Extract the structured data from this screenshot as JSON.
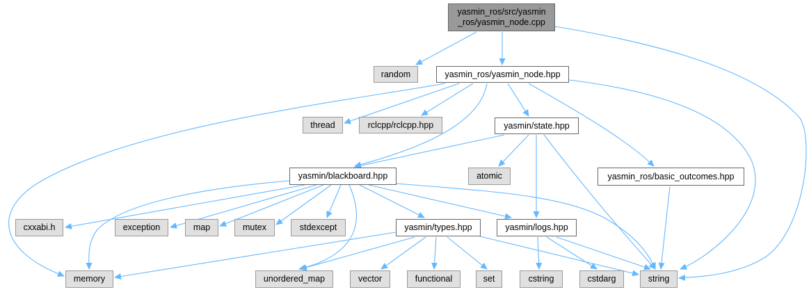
{
  "diagram": {
    "title": "yasmin_ros/src/yasmin_ros/yasmin_node.cpp include dependency graph",
    "edge_color": "#63b8ff",
    "nodes": {
      "root": {
        "label": "yasmin_ros/src/yasmin\n_ros/yasmin_node.cpp",
        "kind": "root",
        "fill": "#999999"
      },
      "random": {
        "label": "random",
        "kind": "system"
      },
      "yasmin_node_hpp": {
        "label": "yasmin_ros/yasmin_node.hpp",
        "kind": "project"
      },
      "thread": {
        "label": "thread",
        "kind": "system"
      },
      "rclcpp": {
        "label": "rclcpp/rclcpp.hpp",
        "kind": "system"
      },
      "state_hpp": {
        "label": "yasmin/state.hpp",
        "kind": "project"
      },
      "blackboard_hpp": {
        "label": "yasmin/blackboard.hpp",
        "kind": "project"
      },
      "atomic": {
        "label": "atomic",
        "kind": "system"
      },
      "basic_outcomes": {
        "label": "yasmin_ros/basic_outcomes.hpp",
        "kind": "project"
      },
      "cxxabi": {
        "label": "cxxabi.h",
        "kind": "system"
      },
      "exception": {
        "label": "exception",
        "kind": "system"
      },
      "map": {
        "label": "map",
        "kind": "system"
      },
      "mutex": {
        "label": "mutex",
        "kind": "system"
      },
      "stdexcept": {
        "label": "stdexcept",
        "kind": "system"
      },
      "types_hpp": {
        "label": "yasmin/types.hpp",
        "kind": "project"
      },
      "logs_hpp": {
        "label": "yasmin/logs.hpp",
        "kind": "project"
      },
      "memory": {
        "label": "memory",
        "kind": "system"
      },
      "unordered_map": {
        "label": "unordered_map",
        "kind": "system"
      },
      "vector": {
        "label": "vector",
        "kind": "system"
      },
      "functional": {
        "label": "functional",
        "kind": "system"
      },
      "set": {
        "label": "set",
        "kind": "system"
      },
      "cstring": {
        "label": "cstring",
        "kind": "system"
      },
      "cstdarg": {
        "label": "cstdarg",
        "kind": "system"
      },
      "string": {
        "label": "string",
        "kind": "system"
      }
    },
    "edges": [
      [
        "root",
        "random"
      ],
      [
        "root",
        "yasmin_node_hpp"
      ],
      [
        "root",
        "string"
      ],
      [
        "yasmin_node_hpp",
        "memory"
      ],
      [
        "yasmin_node_hpp",
        "thread"
      ],
      [
        "yasmin_node_hpp",
        "rclcpp"
      ],
      [
        "yasmin_node_hpp",
        "blackboard_hpp"
      ],
      [
        "yasmin_node_hpp",
        "state_hpp"
      ],
      [
        "yasmin_node_hpp",
        "basic_outcomes"
      ],
      [
        "yasmin_node_hpp",
        "string"
      ],
      [
        "state_hpp",
        "blackboard_hpp"
      ],
      [
        "state_hpp",
        "atomic"
      ],
      [
        "state_hpp",
        "logs_hpp"
      ],
      [
        "state_hpp",
        "string"
      ],
      [
        "basic_outcomes",
        "string"
      ],
      [
        "blackboard_hpp",
        "cxxabi"
      ],
      [
        "blackboard_hpp",
        "exception"
      ],
      [
        "blackboard_hpp",
        "map"
      ],
      [
        "blackboard_hpp",
        "mutex"
      ],
      [
        "blackboard_hpp",
        "stdexcept"
      ],
      [
        "blackboard_hpp",
        "memory"
      ],
      [
        "blackboard_hpp",
        "unordered_map"
      ],
      [
        "blackboard_hpp",
        "types_hpp"
      ],
      [
        "blackboard_hpp",
        "logs_hpp"
      ],
      [
        "blackboard_hpp",
        "string"
      ],
      [
        "types_hpp",
        "memory"
      ],
      [
        "types_hpp",
        "unordered_map"
      ],
      [
        "types_hpp",
        "vector"
      ],
      [
        "types_hpp",
        "functional"
      ],
      [
        "types_hpp",
        "set"
      ],
      [
        "types_hpp",
        "string"
      ],
      [
        "logs_hpp",
        "cstring"
      ],
      [
        "logs_hpp",
        "cstdarg"
      ],
      [
        "logs_hpp",
        "string"
      ]
    ]
  }
}
